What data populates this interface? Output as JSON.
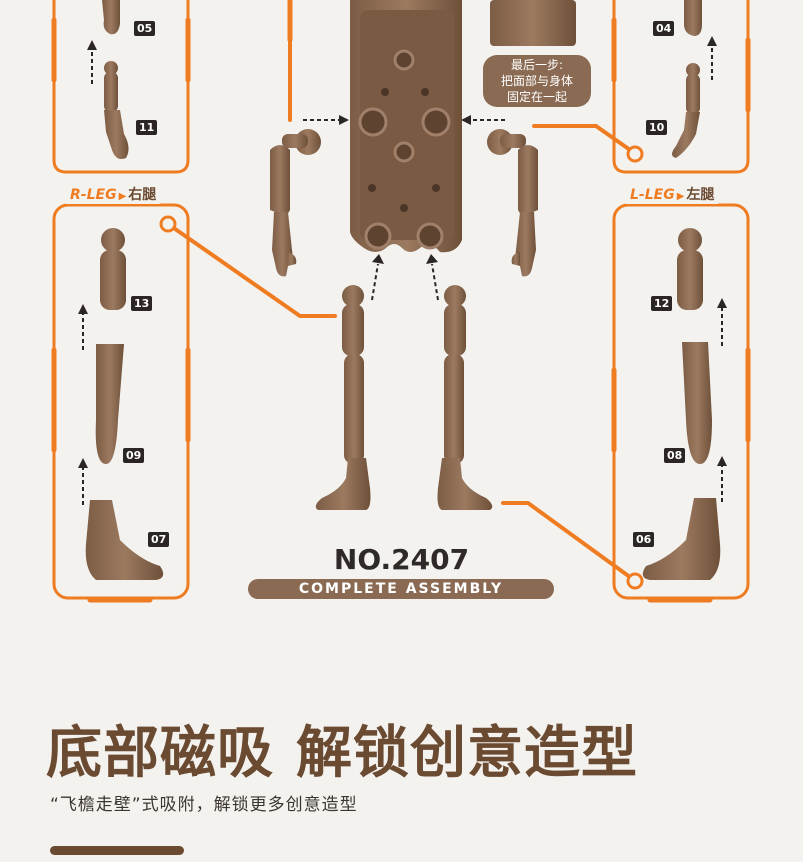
{
  "parts": {
    "upper_right": [
      "05",
      "11"
    ],
    "upper_left": [
      "04",
      "10"
    ],
    "right_leg": [
      "13",
      "09",
      "07"
    ],
    "left_leg": [
      "12",
      "08",
      "06"
    ]
  },
  "labels": {
    "right_leg_en": "R-LEG",
    "right_leg_cn": "右腿",
    "left_leg_en": "L-LEG",
    "left_leg_cn": "左腿",
    "arrow_glyph": "▶"
  },
  "bubble": {
    "line1": "最后一步:",
    "line2": "把面部与身体",
    "line3": "固定在一起"
  },
  "model_number": "NO.2407",
  "assembly_caption": "COMPLETE ASSEMBLY",
  "headline": {
    "part1": "底部磁吸",
    "part2": "解锁创意造型"
  },
  "subline": "“飞檐走壁”式吸附，解锁更多创意造型",
  "colors": {
    "accent_orange": "#f07c22",
    "brown_dark": "#6b4a32",
    "brown_part": "#8a6a52",
    "background": "#f4f2ef"
  }
}
